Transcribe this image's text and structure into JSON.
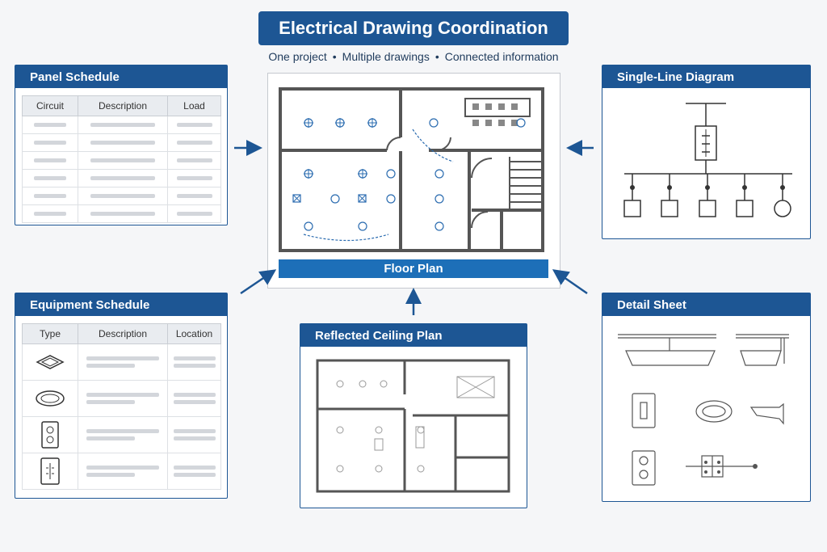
{
  "header": {
    "title": "Electrical Drawing Coordination",
    "subtitle_parts": [
      "One project",
      "Multiple drawings",
      "Connected information"
    ]
  },
  "floor_plan": {
    "label": "Floor Plan"
  },
  "panel_schedule": {
    "title": "Panel Schedule",
    "columns": [
      "Circuit",
      "Description",
      "Load"
    ],
    "row_count": 6
  },
  "equipment_schedule": {
    "title": "Equipment Schedule",
    "columns": [
      "Type",
      "Description",
      "Location"
    ],
    "rows": [
      {
        "icon": "recessed-light-icon"
      },
      {
        "icon": "round-light-icon"
      },
      {
        "icon": "duplex-receptacle-icon"
      },
      {
        "icon": "panel-icon"
      }
    ]
  },
  "single_line_diagram": {
    "title": "Single-Line Diagram"
  },
  "reflected_ceiling_plan": {
    "title": "Reflected Ceiling Plan"
  },
  "detail_sheet": {
    "title": "Detail Sheet"
  },
  "colors": {
    "accent": "#1d5694",
    "floor_plan_label": "#1d6fb8",
    "symbol_blue": "#2b6cb0"
  }
}
